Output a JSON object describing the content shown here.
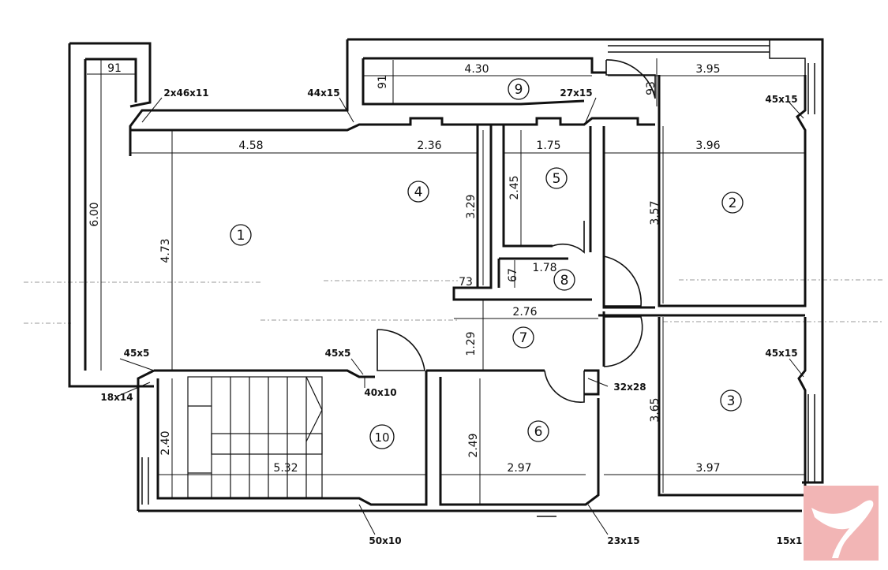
{
  "brand": {
    "logo_color": "#f2b5b5",
    "logo_mark_color": "#ffffff",
    "ink_color": "#111111"
  },
  "rooms": [
    {
      "id": "room-1",
      "number": "1"
    },
    {
      "id": "room-2",
      "number": "2"
    },
    {
      "id": "room-3",
      "number": "3"
    },
    {
      "id": "room-4",
      "number": "4"
    },
    {
      "id": "room-5",
      "number": "5"
    },
    {
      "id": "room-6",
      "number": "6"
    },
    {
      "id": "room-7",
      "number": "7"
    },
    {
      "id": "room-8",
      "number": "8"
    },
    {
      "id": "room-9",
      "number": "9"
    },
    {
      "id": "room-10",
      "number": "10"
    }
  ],
  "dimensions": {
    "d_91_top": "91",
    "d_91_side": "91",
    "d_4_30": "4.30",
    "d_3_95": "3.95",
    "d_93": "93",
    "d_4_58": "4.58",
    "d_2_36": "2.36",
    "d_1_75": "1.75",
    "d_3_96": "3.96",
    "d_6_00": "6.00",
    "d_4_73": "4.73",
    "d_3_29": "3.29",
    "d_2_45": "2.45",
    "d_3_57": "3.57",
    "d_1_78": "1.78",
    "d_67": "67",
    "d_73": "73",
    "d_2_76": "2.76",
    "d_1_29": "1.29",
    "d_3_65": "3.65",
    "d_2_40": "2.40",
    "d_5_32": "5.32",
    "d_2_49": "2.49",
    "d_2_97": "2.97",
    "d_3_97": "3.97"
  },
  "labels": {
    "l_2x46x11": "2x46x11",
    "l_44x15": "44x15",
    "l_27x15": "27x15",
    "l_45x15_a": "45x15",
    "l_45x15_b": "45x15",
    "l_45x5_a": "45x5",
    "l_45x5_b": "45x5",
    "l_18x14": "18x14",
    "l_40x10": "40x10",
    "l_32x28": "32x28",
    "l_50x10": "50x10",
    "l_23x15": "23x15",
    "l_15x1": "15x1"
  }
}
